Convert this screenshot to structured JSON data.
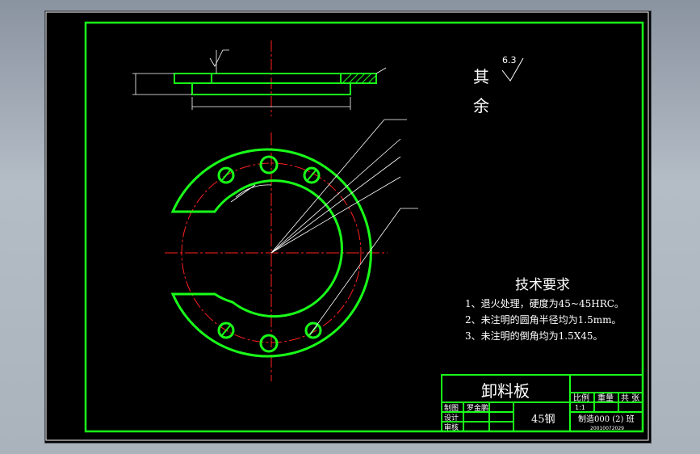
{
  "drawing": {
    "roughness_note": {
      "word1": "其",
      "word2": "余",
      "value": "6.3"
    },
    "tech": {
      "title": "技术要求",
      "items": [
        "1、退火处理，硬度为45~45HRC。",
        "2、未注明的圆角半径均为1.5mm。",
        "3、未注明的倒角均为1.5X45。"
      ]
    },
    "title_block": {
      "part_name": "卸料板",
      "material": "45钢",
      "hdr_scale": "比例",
      "hdr_weight": "重量",
      "hdr_sheets": "共 张",
      "scale_value": "1:1",
      "row_labels": [
        "制图",
        "设计",
        "审核"
      ],
      "drafter": "罗金鹏",
      "school": "制造000 (2) 班",
      "student_id": "20010072029"
    },
    "colors": {
      "outline": "#19ff19",
      "dimension": "#ffffff",
      "centerline": "#ff2020",
      "background": "#000000"
    }
  }
}
